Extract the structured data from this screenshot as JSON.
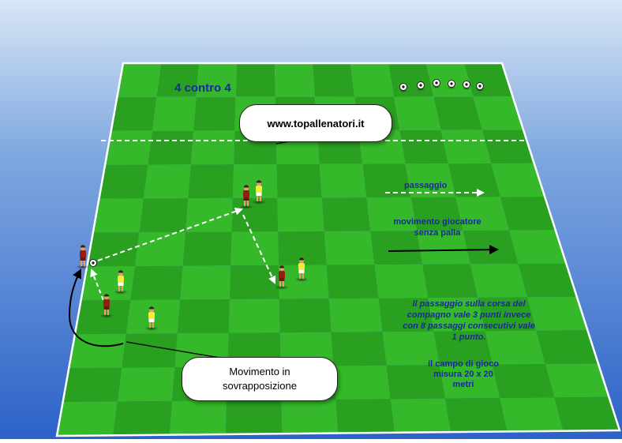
{
  "title": "4 contro 4",
  "website": "www.topallenatori.it",
  "callout_movement": "Movimento in sovrapposizione",
  "legend": {
    "pass_label": "passaggio",
    "run_label": "movimento giocatore senza palla"
  },
  "rules_text": "Il passaggio sulla corsa del compagno vale 3 punti invece con 8 passaggi consecutivi vale 1 punto.",
  "field_size_text": "il campo di gioco misura 20 x 20 metri",
  "colors": {
    "sky_top": "#cfe0f5",
    "sky_bottom": "#2f6fd0",
    "grass_light": "#35b82a",
    "grass_dark": "#2aa020",
    "team_red": "#9a1a14",
    "team_yellow": "#f2ee3a",
    "text_blue": "#1a2a9a"
  },
  "balls_count_stock": 6
}
